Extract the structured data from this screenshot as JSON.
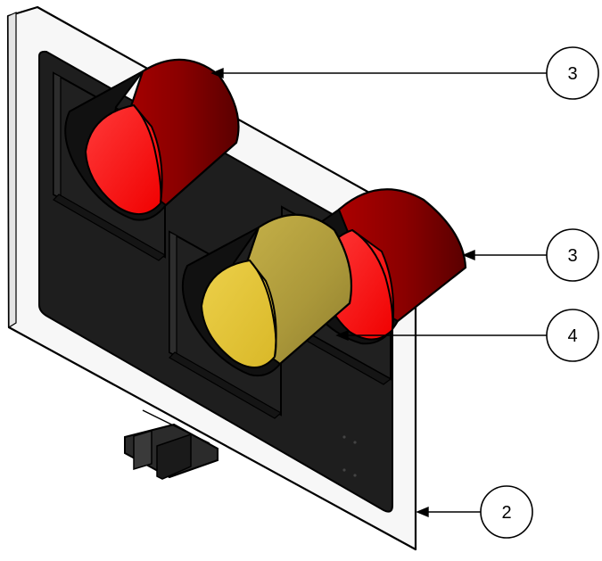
{
  "callouts": [
    {
      "id": "3",
      "target": "upper-red-signal-hood"
    },
    {
      "id": "3",
      "target": "lower-red-signal-hood"
    },
    {
      "id": "4",
      "target": "amber-signal-hood"
    },
    {
      "id": "2",
      "target": "backplate-border"
    }
  ],
  "colors": {
    "backplate_border": "#f6f6f6",
    "backplate_panel": "#1f1f1f",
    "hood_red_dark": "#6e0000",
    "hood_red": "#8e0000",
    "lens_red": "#ff1010",
    "hood_amber": "#b3a13a",
    "lens_amber": "#e3c12f",
    "mount_bracket": "#2a2a2a",
    "leader_line": "#000000"
  }
}
